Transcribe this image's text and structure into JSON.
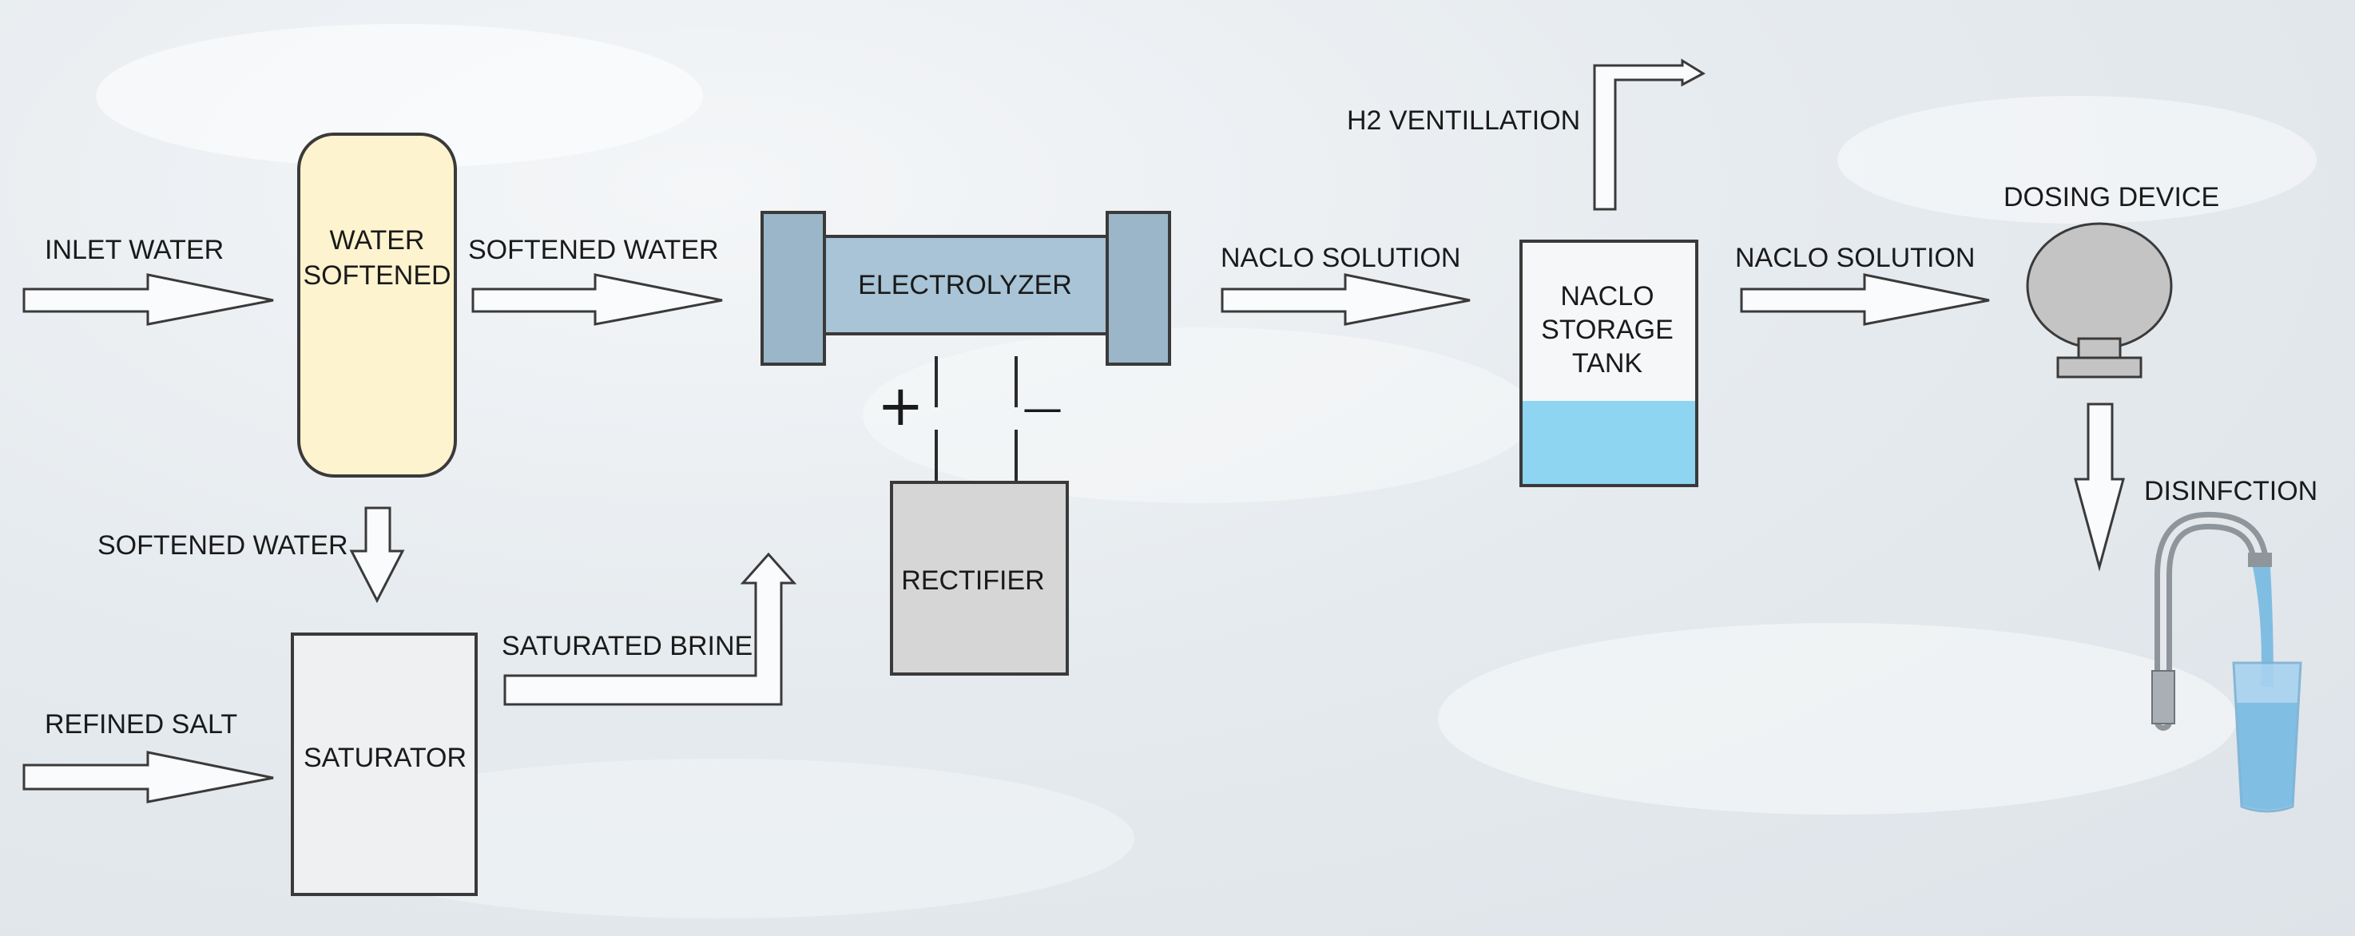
{
  "labels": {
    "inlet_water": "INLET WATER",
    "softener_line1": "WATER",
    "softener_line2": "SOFTENED",
    "softened_water_top": "SOFTENED WATER",
    "electrolyzer": "ELECTROLYZER",
    "naclo_solution_1": "NACLO SOLUTION",
    "h2_ventillation": "H2 VENTILLATION",
    "tank_line1": "NACLO",
    "tank_line2": "STORAGE",
    "tank_line3": "TANK",
    "naclo_solution_2": "NACLO SOLUTION",
    "dosing_device": "DOSING DEVICE",
    "disinfection": "DISINFCTION",
    "softened_water_bottom": "SOFTENED WATER",
    "refined_salt": "REFINED SALT",
    "saturator": "SATURATOR",
    "saturated_brine": "SATURATED BRINE",
    "rectifier": "RECTIFIER",
    "plus_sign": "+",
    "minus_sign": "—"
  },
  "colors": {
    "softener_fill": "#fdf3cf",
    "electrolyzer_body": "#a8c4d6",
    "electrolyzer_caps": "#9bb6c9",
    "tank_liquid": "#8ed5f2",
    "tank_fill": "#f5f7f8",
    "saturator_fill": "#eef0f1",
    "rectifier_fill": "#d6d6d6",
    "dosing_fill": "#c4c4c4",
    "arrow_fill": "#fafbfc"
  },
  "icons": [
    "faucet-with-glass-icon",
    "dosing-pump-icon"
  ]
}
